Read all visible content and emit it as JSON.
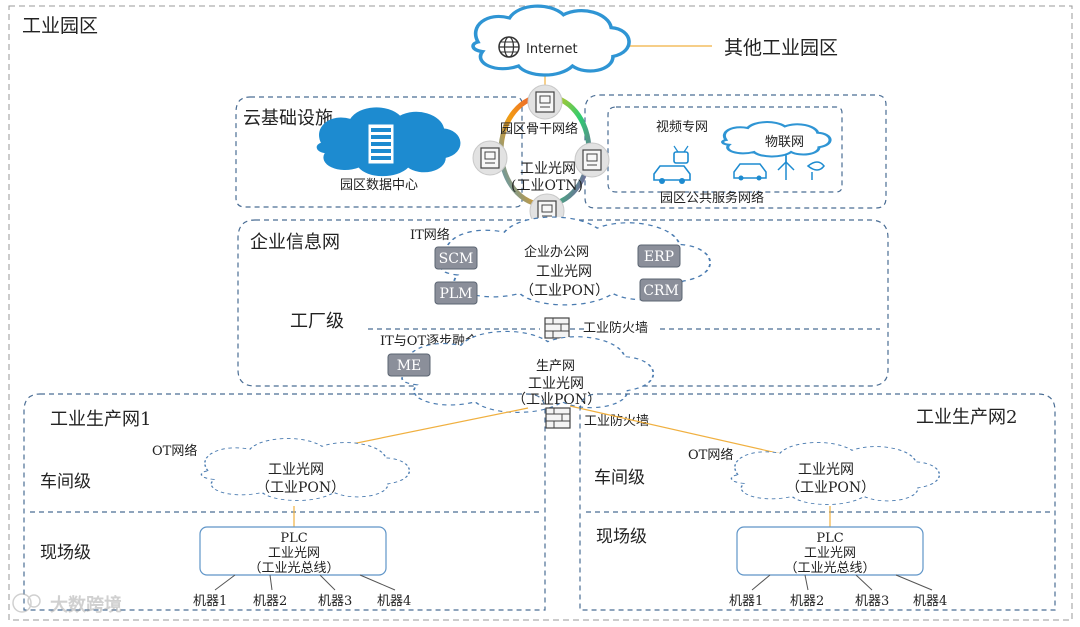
{
  "labels": {
    "park": "工业园区",
    "internet": "Internet",
    "other_parks": "其他工业园区",
    "cloud_infra": "云基础设施",
    "datacenter": "园区数据中心",
    "backbone": "园区骨干网络",
    "otn_line1": "工业光网",
    "otn_line2": "(工业OTN)",
    "video_net": "视频专网",
    "iot_net": "物联网",
    "public_service": "园区公共服务网络",
    "enterprise_net": "企业信息网",
    "it_network": "IT网络",
    "office_net": "企业办公网",
    "pon_line1": "工业光网",
    "pon_line2": "（工业PON）",
    "scm": "SCM",
    "erp": "ERP",
    "plm": "PLM",
    "crm": "CRM",
    "factory_level": "工厂级",
    "firewall": "工业防火墙",
    "it_ot_merge": "IT与OT逐步融合",
    "me": "ME",
    "production_net": "生产网",
    "prod_pon_line1": "工业光网",
    "prod_pon_line2": "（工业PON）",
    "prod1_title": "工业生产网1",
    "prod2_title": "工业生产网2",
    "ot_network": "OT网络",
    "workshop_level": "车间级",
    "field_level": "现场级",
    "plc": "PLC",
    "plc_line2": "工业光网",
    "plc_line3": "（工业光总线）",
    "machines": [
      "机器1",
      "机器2",
      "机器3",
      "机器4"
    ],
    "watermark": "大数跨境"
  },
  "colors": {
    "internet_cloud": "#2f95d4",
    "datacenter_cloud": "#1d8bd0",
    "dashed_blue": "#4a6d94",
    "link_orange": "#f0b040",
    "sys_box": "#8b8f9a",
    "ring": [
      "#e74c3c",
      "#f39c12",
      "#f1c40f",
      "#2ecc71",
      "#8e44ad"
    ]
  },
  "icons": [
    "globe-icon",
    "server-rack-icon",
    "optical-node-icon",
    "firewall-icon",
    "tv-car-icon",
    "iot-devices-icon"
  ]
}
